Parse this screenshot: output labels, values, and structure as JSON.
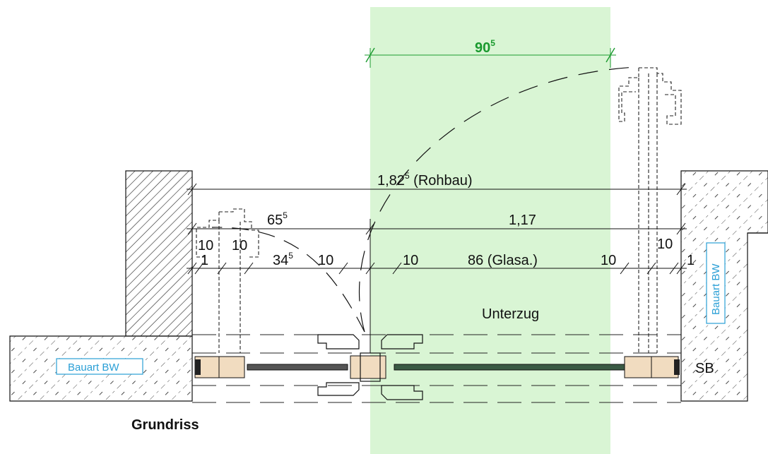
{
  "colors": {
    "highlight": "#d9f5d4",
    "highlight_dim": "#1a9a2e",
    "tag": "#2a9fd6",
    "wood": "#f1dcc0"
  },
  "dimensions": {
    "opening_main": "90",
    "opening_main_sup": "5",
    "rohbau_main": "1,82",
    "rohbau_sup": "5",
    "rohbau_label": " (Rohbau)",
    "left_leaf_main": "65",
    "left_leaf_sup": "5",
    "right_leaf": "1,17",
    "left_10a": "10",
    "left_10b": "10",
    "right_10_upper": "10",
    "left_1": "1",
    "seg_34_main": "34",
    "seg_34_sup": "5",
    "seg_10a": "10",
    "seg_10b": "10",
    "glass": "86 (Glasa.)",
    "seg_10c": "10",
    "right_1": "1"
  },
  "labels": {
    "unterzug": "Unterzug",
    "bauart_left": "Bauart BW",
    "bauart_right": "Bauart BW",
    "sb": "SB",
    "title": "Grundriss"
  }
}
